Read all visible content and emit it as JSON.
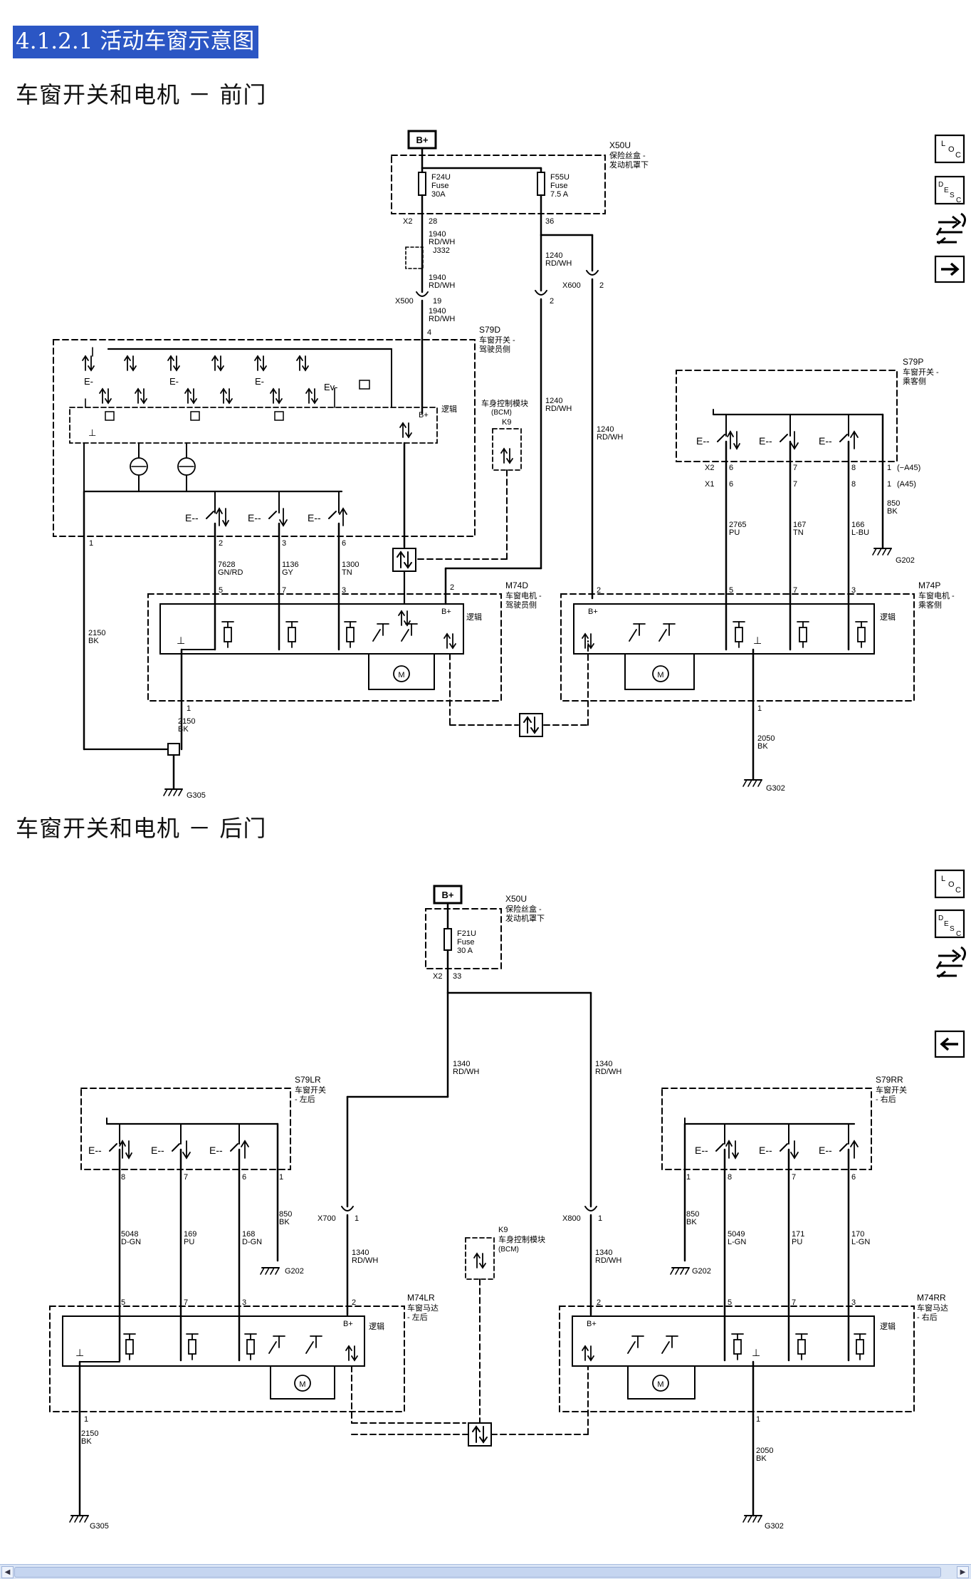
{
  "page": {
    "title": "4.1.2.1 活动车窗示意图",
    "front_section_title": "车窗开关和电机 － 前门",
    "rear_section_title": "车窗开关和电机 － 后门"
  },
  "nav_buttons": [
    {
      "name": "loc",
      "label": "LOC"
    },
    {
      "name": "desc",
      "label": "DESC"
    },
    {
      "name": "connector",
      "label": ""
    },
    {
      "name": "next",
      "label": "→"
    },
    {
      "name": "back",
      "label": "←"
    }
  ],
  "front": {
    "battery": "B+",
    "fuse_box": {
      "id": "X50U",
      "name1": "保险丝盒 -",
      "name2": "发动机罩下"
    },
    "fuse1": {
      "id": "F24U",
      "type": "Fuse",
      "rating": "30A"
    },
    "fuse2": {
      "id": "F55U",
      "type": "Fuse",
      "rating": "7.5 A"
    },
    "conn_x2": "X2",
    "pin_28": "28",
    "pin_36": "36",
    "wire_1940": "1940",
    "rd_wh": "RD/WH",
    "splice_j332": "J332",
    "wire_1240": "1240",
    "x600": "X600",
    "x600_pin": "2",
    "x500": "X500",
    "x500_pin": "19",
    "x500_pin2": "2",
    "s79d": {
      "id": "S79D",
      "name1": "车窗开关 -",
      "name2": "驾驶员侧",
      "pin4": "4",
      "logic": "逻辑",
      "bplus": "B+"
    },
    "bcm": {
      "title": "车身控制模块",
      "abbr": "(BCM)",
      "id": "K9"
    },
    "s79p": {
      "id": "S79P",
      "name1": "车窗开关 -",
      "name2": "乘客侧"
    },
    "x1": "X1",
    "a45": "(A45)",
    "a45_neg": "(−A45)",
    "wire_850": "850",
    "bk": "BK",
    "g202": "G202",
    "s79p_pins": [
      "6",
      "7",
      "8",
      "1",
      "6",
      "7",
      "8",
      "1"
    ],
    "s79p_wires": [
      {
        "num": "2765",
        "color": "PU"
      },
      {
        "num": "167",
        "color": "TN"
      },
      {
        "num": "166",
        "color": "L-BU"
      }
    ],
    "s79d_pins": [
      "1",
      "2",
      "3",
      "6"
    ],
    "s79d_wires": [
      {
        "num": "7628",
        "color": "GN/RD"
      },
      {
        "num": "1136",
        "color": "GY"
      },
      {
        "num": "1300",
        "color": "TN"
      }
    ],
    "m74d": {
      "id": "M74D",
      "name1": "车窗电机 -",
      "name2": "驾驶员侧",
      "logic": "逻辑",
      "bplus": "B+",
      "pins": [
        "5",
        "7",
        "3",
        "2",
        "1"
      ]
    },
    "m74p": {
      "id": "M74P",
      "name1": "车窗电机 -",
      "name2": "乘客侧",
      "logic": "逻辑",
      "bplus": "B+",
      "pins": [
        "2",
        "5",
        "7",
        "3",
        "1"
      ]
    },
    "wire_2150": "2150",
    "wire_2050": "2050",
    "g305": "G305",
    "g302": "G302",
    "motor": "M"
  },
  "rear": {
    "battery": "B+",
    "fuse_box": {
      "id": "X50U",
      "name1": "保险丝盒 -",
      "name2": "发动机罩下"
    },
    "fuse": {
      "id": "F21U",
      "type": "Fuse",
      "rating": "30 A"
    },
    "conn_x2": "X2",
    "pin_33": "33",
    "wire_1340": "1340",
    "rd_wh": "RD/WH",
    "s79lr": {
      "id": "S79LR",
      "name1": "车窗开关",
      "name2": "- 左后",
      "pins": [
        "8",
        "7",
        "6",
        "1"
      ]
    },
    "s79rr": {
      "id": "S79RR",
      "name1": "车窗开关",
      "name2": "- 右后",
      "pins": [
        "1",
        "8",
        "7",
        "6"
      ]
    },
    "x700": "X700",
    "x800": "X800",
    "conn_pin": "1",
    "lr_wires": [
      {
        "num": "5048",
        "color": "D-GN"
      },
      {
        "num": "169",
        "color": "PU"
      },
      {
        "num": "168",
        "color": "D-GN"
      }
    ],
    "rr_wires": [
      {
        "num": "5049",
        "color": "L-GN"
      },
      {
        "num": "171",
        "color": "PU"
      },
      {
        "num": "170",
        "color": "L-GN"
      }
    ],
    "wire_850": "850",
    "bk": "BK",
    "g202": "G202",
    "bcm": {
      "id": "K9",
      "title": "车身控制模块",
      "abbr": "(BCM)"
    },
    "m74lr": {
      "id": "M74LR",
      "name1": "车窗马达",
      "name2": "- 左后",
      "logic": "逻辑",
      "bplus": "B+",
      "pins": [
        "5",
        "7",
        "3",
        "2",
        "1"
      ]
    },
    "m74rr": {
      "id": "M74RR",
      "name1": "车窗马达",
      "name2": "- 右后",
      "logic": "逻辑",
      "bplus": "B+",
      "pins": [
        "2",
        "5",
        "7",
        "3",
        "1"
      ]
    },
    "wire_2150": "2150",
    "wire_2050": "2050",
    "g305": "G305",
    "g302": "G302",
    "motor": "M"
  }
}
